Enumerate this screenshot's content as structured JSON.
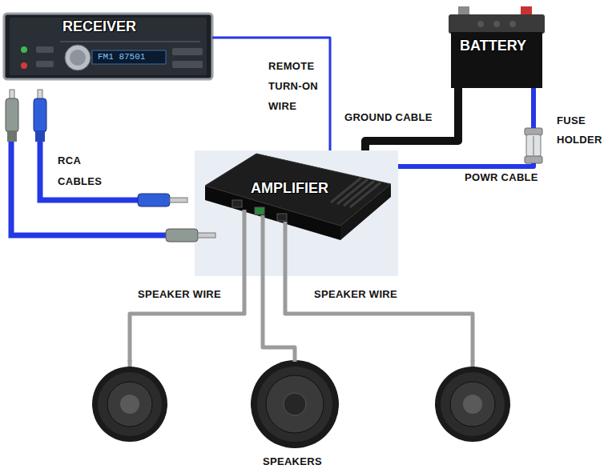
{
  "diagram": {
    "nodes": [
      {
        "text": [
          "RECEIVER"
        ]
      },
      {
        "text": [
          "BATTERY"
        ]
      },
      {
        "text": [
          "FUSE HOLDER"
        ]
      },
      {
        "text": [
          "AMPLIFIER"
        ]
      },
      {
        "text": [
          "SPEAKERS"
        ]
      }
    ],
    "edges": [
      {
        "from": 0,
        "to": 3,
        "arrow": "none",
        "label": "REMOTE TURN-ON WIRE"
      },
      {
        "from": 1,
        "to": 3,
        "arrow": "none",
        "label": "GROUND CABLE"
      },
      {
        "from": 1,
        "to": 2,
        "arrow": "none"
      },
      {
        "from": 2,
        "to": 3,
        "arrow": "none",
        "label": "POWR CABLE"
      },
      {
        "from": 3,
        "to": 4,
        "arrow": "none",
        "label": "SPEAKER WIRE"
      },
      {
        "from": 3,
        "to": 4,
        "arrow": "none"
      },
      {
        "from": 3,
        "to": 4,
        "arrow": "none",
        "label": "SPEAKER WIRE"
      }
    ],
    "labels": [
      "RCA CABLES",
      "FM1 87501"
    ]
  }
}
